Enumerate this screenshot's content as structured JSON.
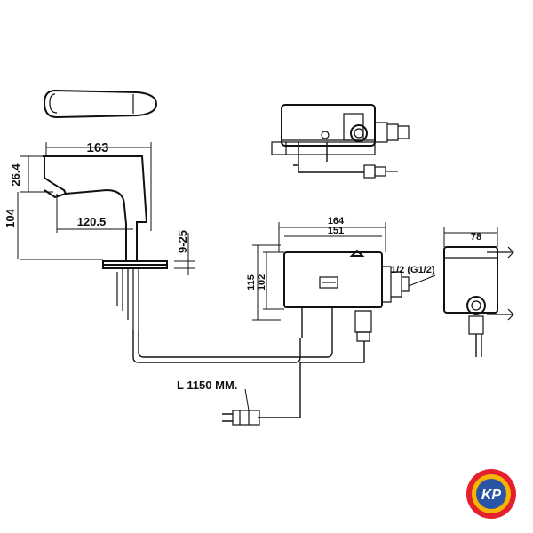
{
  "dimensions": {
    "faucet_length": "163",
    "spout_height": "26.4",
    "faucet_height": "104",
    "spout_reach": "120.5",
    "deck_thickness": "9-25",
    "box_outer_width": "164",
    "box_inner_width": "151",
    "box_outer_height": "115",
    "box_inner_height": "102",
    "box_depth": "78",
    "thread_spec": "1/2 (G1/2)",
    "cable_length": "L 1150 MM."
  },
  "logo": {
    "text": "KP",
    "colors": [
      "#e4202e",
      "#f7b500",
      "#2a55a6"
    ]
  }
}
